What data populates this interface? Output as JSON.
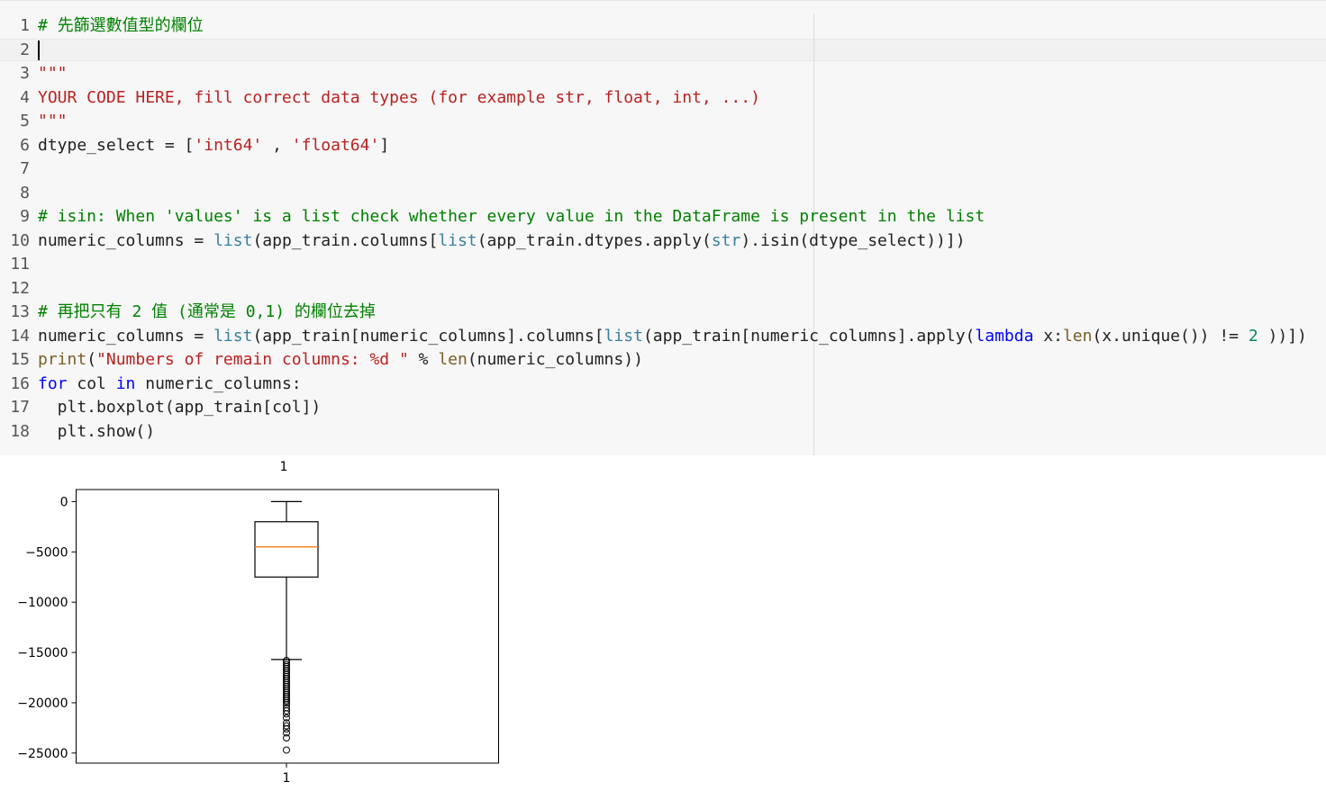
{
  "code_cell": {
    "lines": [
      {
        "n": "1",
        "segments": [
          {
            "t": "# 先篩選數值型的欄位",
            "c": "c-comment"
          }
        ]
      },
      {
        "n": "2",
        "segments": [],
        "cursor": true
      },
      {
        "n": "3",
        "segments": [
          {
            "t": "\"\"\"",
            "c": "c-string"
          }
        ]
      },
      {
        "n": "4",
        "segments": [
          {
            "t": "YOUR CODE HERE, fill correct data types (for example str, float, int, ...)",
            "c": "c-string"
          }
        ]
      },
      {
        "n": "5",
        "segments": [
          {
            "t": "\"\"\"",
            "c": "c-string"
          }
        ]
      },
      {
        "n": "6",
        "segments": [
          {
            "t": "dtype_select = [",
            "c": ""
          },
          {
            "t": "'int64'",
            "c": "c-string"
          },
          {
            "t": " , ",
            "c": ""
          },
          {
            "t": "'float64'",
            "c": "c-string"
          },
          {
            "t": "]",
            "c": ""
          }
        ]
      },
      {
        "n": "7",
        "segments": []
      },
      {
        "n": "8",
        "segments": []
      },
      {
        "n": "9",
        "segments": [
          {
            "t": "# isin: When 'values' is a list check whether every value in the DataFrame is present in the list",
            "c": "c-comment"
          }
        ]
      },
      {
        "n": "10",
        "segments": [
          {
            "t": "numeric_columns = ",
            "c": ""
          },
          {
            "t": "list",
            "c": "c-builtin"
          },
          {
            "t": "(app_train.columns[",
            "c": ""
          },
          {
            "t": "list",
            "c": "c-builtin"
          },
          {
            "t": "(app_train.dtypes.apply(",
            "c": ""
          },
          {
            "t": "str",
            "c": "c-builtin"
          },
          {
            "t": ").isin(dtype_select))])",
            "c": ""
          }
        ]
      },
      {
        "n": "11",
        "segments": []
      },
      {
        "n": "12",
        "segments": []
      },
      {
        "n": "13",
        "segments": [
          {
            "t": "# 再把只有 2 值 (通常是 0,1) 的欄位去掉",
            "c": "c-comment"
          }
        ]
      },
      {
        "n": "14",
        "segments": [
          {
            "t": "numeric_columns = ",
            "c": ""
          },
          {
            "t": "list",
            "c": "c-builtin"
          },
          {
            "t": "(app_train[numeric_columns].columns[",
            "c": ""
          },
          {
            "t": "list",
            "c": "c-builtin"
          },
          {
            "t": "(app_train[numeric_columns].apply(",
            "c": ""
          },
          {
            "t": "lambda",
            "c": "c-kw"
          },
          {
            "t": " x:",
            "c": ""
          },
          {
            "t": "len",
            "c": "c-func"
          },
          {
            "t": "(x.unique()) != ",
            "c": ""
          },
          {
            "t": "2",
            "c": "c-num"
          },
          {
            "t": " ))])",
            "c": ""
          }
        ]
      },
      {
        "n": "15",
        "segments": [
          {
            "t": "print",
            "c": "c-func"
          },
          {
            "t": "(",
            "c": ""
          },
          {
            "t": "\"Numbers of remain columns: %d \"",
            "c": "c-string"
          },
          {
            "t": " % ",
            "c": ""
          },
          {
            "t": "len",
            "c": "c-func"
          },
          {
            "t": "(numeric_columns))",
            "c": ""
          }
        ]
      },
      {
        "n": "16",
        "segments": [
          {
            "t": "for",
            "c": "c-kw"
          },
          {
            "t": " col ",
            "c": ""
          },
          {
            "t": "in",
            "c": "c-kw"
          },
          {
            "t": " numeric_columns:",
            "c": ""
          }
        ]
      },
      {
        "n": "17",
        "segments": [
          {
            "t": "  plt.boxplot(app_train[col])",
            "c": ""
          }
        ]
      },
      {
        "n": "18",
        "segments": [
          {
            "t": "  plt.show()",
            "c": ""
          }
        ]
      }
    ]
  },
  "chart_data": {
    "type": "boxplot",
    "title": "1",
    "categories": [
      "1"
    ],
    "ylim": [
      -26000,
      1200
    ],
    "yticks": [
      0,
      -5000,
      -10000,
      -15000,
      -20000,
      -25000
    ],
    "ytick_labels": [
      "0",
      "−5000",
      "−10000",
      "−15000",
      "−20000",
      "−25000"
    ],
    "box": {
      "whisker_high": 0,
      "q3": -2000,
      "median": -4500,
      "q1": -7500,
      "whisker_low": -15700
    },
    "outliers": [
      -15800,
      -16000,
      -16200,
      -16400,
      -16600,
      -16800,
      -17000,
      -17200,
      -17400,
      -17600,
      -17800,
      -18000,
      -18200,
      -18400,
      -18600,
      -18800,
      -19000,
      -19200,
      -19400,
      -19600,
      -19800,
      -20000,
      -20200,
      -20500,
      -20800,
      -21100,
      -21500,
      -22000,
      -22300,
      -22600,
      -23000,
      -23500,
      -24700
    ],
    "colors": {
      "median": "#ff7f0e",
      "box": "#000000"
    }
  }
}
